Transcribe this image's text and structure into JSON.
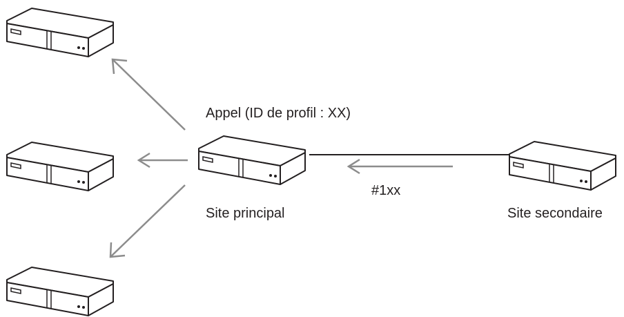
{
  "labels": {
    "call": "Appel (ID de profil : XX)",
    "main_site": "Site principal",
    "secondary_site": "Site secondaire",
    "code": "#1xx"
  },
  "colors": {
    "arrow": "#8c8c8c",
    "device_stroke": "#231f20",
    "link": "#231f20"
  },
  "icons": [
    "video-unit-icon",
    "arrow-icon",
    "connection-line"
  ]
}
